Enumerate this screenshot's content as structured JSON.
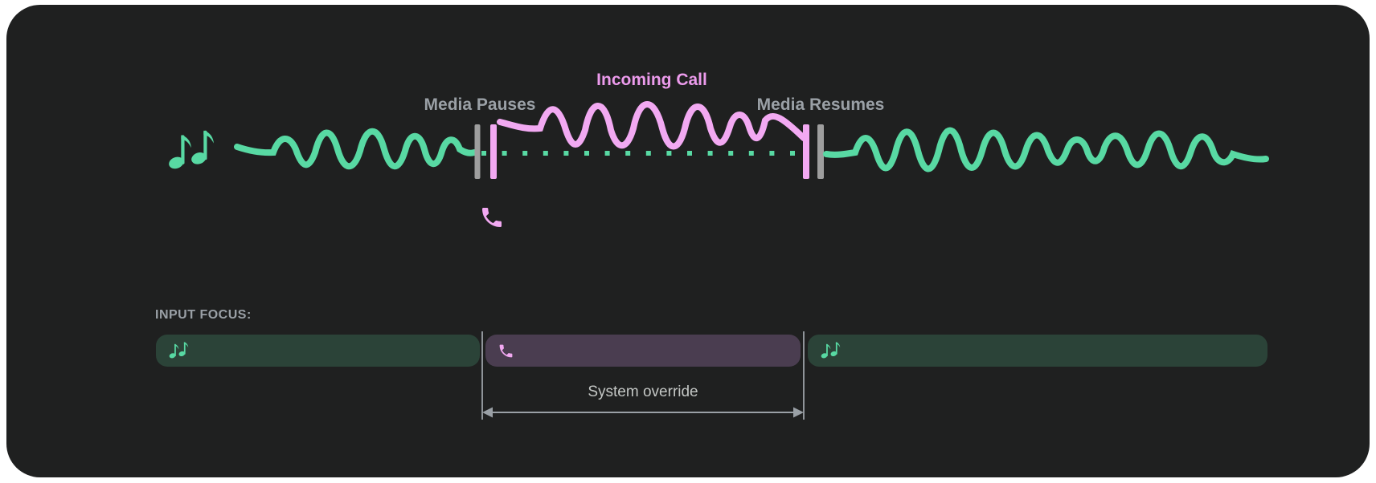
{
  "card": {
    "bg": "#1f2020",
    "page_bg": "#ffffff"
  },
  "timeline": {
    "labels": {
      "media_pauses": "Media Pauses",
      "incoming_call": "Incoming Call",
      "media_resumes": "Media Resumes"
    },
    "icons": {
      "media": "music-notes-icon",
      "call": "phone-icon"
    },
    "colors": {
      "media_green": "#58d9a3",
      "call_pink": "#f2a9f2",
      "incoming_label_pink": "#ec9bec",
      "marker_gray": "#9e9e9e",
      "label_gray": "#9aa0a6"
    }
  },
  "focus_row": {
    "heading": "INPUT FOCUS:",
    "heading_color": "#9aa0a6",
    "segments": [
      {
        "name": "media-before-call",
        "icon": "music-notes-icon",
        "bg": "#2b4338"
      },
      {
        "name": "call-override",
        "icon": "phone-icon",
        "bg": "#4a3d50"
      },
      {
        "name": "media-after-call",
        "icon": "music-notes-icon",
        "bg": "#2b4338"
      }
    ],
    "annotation": {
      "label": "System override",
      "text_color": "#c4c7c5",
      "line_color": "#9aa0a6",
      "divider_color": "#8f9499"
    }
  }
}
